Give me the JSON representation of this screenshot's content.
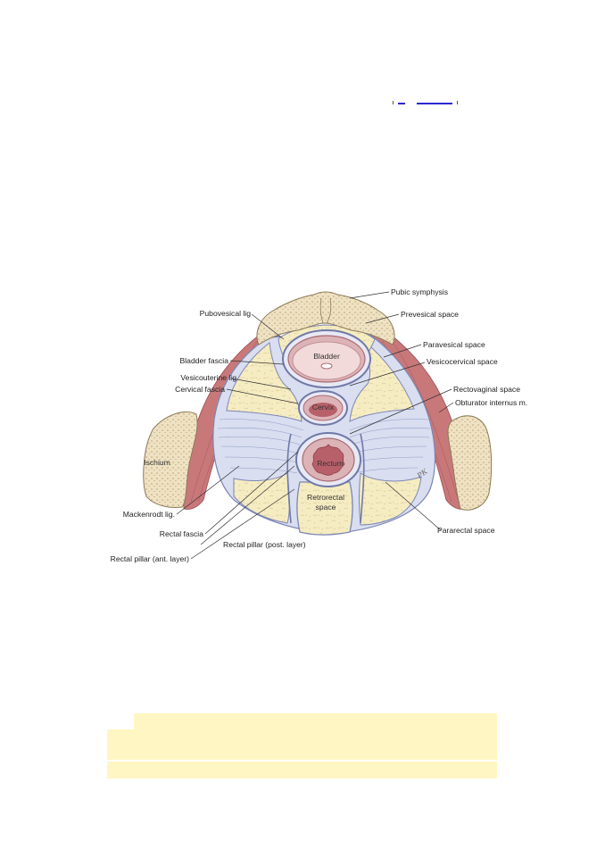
{
  "labels": {
    "pubic_symphysis": "Pubic symphysis",
    "pubovesical_lig": "Pubovesical lig",
    "prevesical_space": "Prevesical space",
    "paravesical_space": "Paravesical space",
    "bladder_fascia": "Bladder fascia",
    "vesicocervical_space": "Vesicocervical space",
    "vesicouterine_lig": "Vesicouterine lig",
    "cervical_fascia": "Cervical fascia",
    "rectovaginal_space": "Rectovaginal space",
    "obturator_internus": "Obturator internus m.",
    "ischium": "Ischium",
    "mackenrodt_lig": "Mackenrodt lig.",
    "rectal_fascia": "Rectal fascia",
    "rectal_pillar_post": "Rectal pillar (post. layer)",
    "rectal_pillar_ant": "Rectal pillar (ant. layer)",
    "pararectal_space": "Pararectal space",
    "bladder": "Bladder",
    "cervix": "Cervix",
    "rectum": "Rectum",
    "retrorectal_line1": "Retrorectal",
    "retrorectal_line2": "space",
    "artist_initials": "PK"
  },
  "colors": {
    "fat": "#f6ecc2",
    "fascia": "#9aa6cc",
    "muscle": "#c9787a",
    "bone": "#efe2c2",
    "mucosa": "#d9a0a6",
    "highlight": "#fff6c4",
    "link": "#2a2ad0"
  }
}
